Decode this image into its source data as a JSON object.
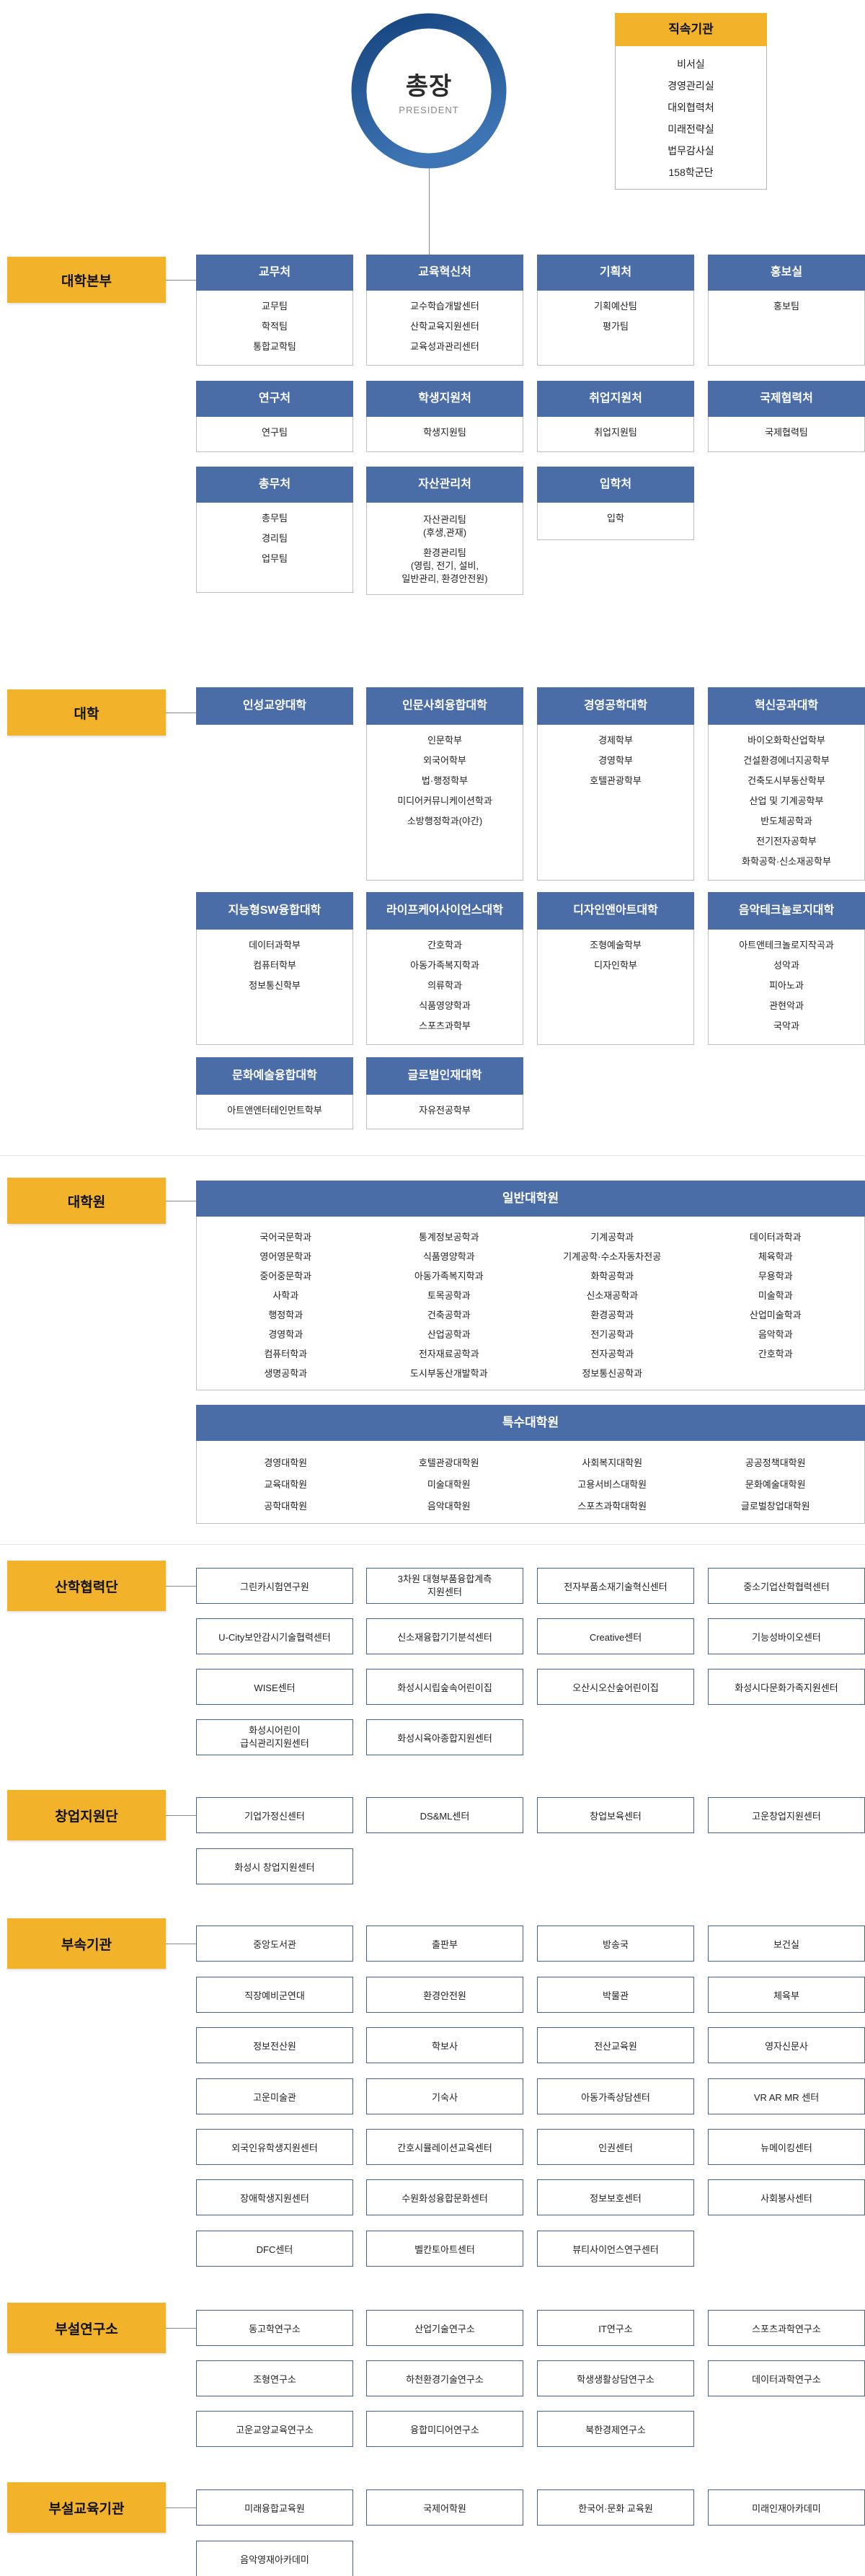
{
  "president": {
    "title": "총장",
    "subtitle": "PRESIDENT"
  },
  "direct_org": {
    "title": "직속기관",
    "items": [
      "비서실",
      "경영관리실",
      "대외협력처",
      "미래전략실",
      "법무감사실",
      "158학군단"
    ]
  },
  "sections": {
    "bonbu": {
      "label": "대학본부",
      "rows": [
        [
          {
            "title": "교무처",
            "items": [
              "교무팀",
              "학적팀",
              "통합교학팀"
            ]
          },
          {
            "title": "교육혁신처",
            "items": [
              "교수학습개발센터",
              "산학교육지원센터",
              "교육성과관리센터"
            ]
          },
          {
            "title": "기획처",
            "items": [
              "기획예산팀",
              "평가팀"
            ]
          },
          {
            "title": "홍보실",
            "items": [
              "홍보팀"
            ]
          }
        ],
        [
          {
            "title": "연구처",
            "items": [
              "연구팀"
            ]
          },
          {
            "title": "학생지원처",
            "items": [
              "학생지원팀"
            ]
          },
          {
            "title": "취업지원처",
            "items": [
              "취업지원팀"
            ]
          },
          {
            "title": "국제협력처",
            "items": [
              "국제협력팀"
            ]
          }
        ],
        [
          {
            "title": "총무처",
            "items": [
              "총무팀",
              "경리팀",
              "업무팀"
            ]
          },
          {
            "title": "자산관리처",
            "items": [
              "자산관리팀\n(후생,관재)",
              "환경관리팀\n(영림, 전기, 설비,\n일반관리, 환경안전원)"
            ]
          },
          {
            "title": "입학처",
            "items": [
              "입학"
            ]
          }
        ]
      ]
    },
    "daehak": {
      "label": "대학",
      "rows": [
        [
          {
            "title": "인성교양대학",
            "items": []
          },
          {
            "title": "인문사회융합대학",
            "items": [
              "인문학부",
              "외국어학부",
              "법·행정학부",
              "미디어커뮤니케이션학과",
              "소방행정학과(야간)"
            ]
          },
          {
            "title": "경영공학대학",
            "items": [
              "경제학부",
              "경영학부",
              "호텔관광학부"
            ]
          },
          {
            "title": "혁신공과대학",
            "items": [
              "바이오화학산업학부",
              "건설환경에너지공학부",
              "건축도시부동산학부",
              "산업 및 기계공학부",
              "반도체공학과",
              "전기전자공학부",
              "화학공학·신소재공학부"
            ]
          }
        ],
        [
          {
            "title": "지능형SW융합대학",
            "items": [
              "데이터과학부",
              "컴퓨터학부",
              "정보통신학부"
            ]
          },
          {
            "title": "라이프케어사이언스대학",
            "items": [
              "간호학과",
              "아동가족복지학과",
              "의류학과",
              "식품영양학과",
              "스포츠과학부"
            ]
          },
          {
            "title": "디자인앤아트대학",
            "items": [
              "조형예술학부",
              "디자인학부"
            ]
          },
          {
            "title": "음악테크놀로지대학",
            "items": [
              "아트앤테크놀로지작곡과",
              "성악과",
              "피아노과",
              "관현악과",
              "국악과"
            ]
          }
        ],
        [
          {
            "title": "문화예술융합대학",
            "items": [
              "아트앤엔터테인먼트학부"
            ]
          },
          {
            "title": "글로벌인재대학",
            "items": [
              "자유전공학부"
            ]
          }
        ]
      ]
    },
    "grad": {
      "label": "대학원",
      "groups": [
        {
          "title": "일반대학원",
          "columns": [
            [
              "국어국문학과",
              "영어영문학과",
              "중어중문학과",
              "사학과",
              "행정학과",
              "경영학과",
              "컴퓨터학과",
              "생명공학과"
            ],
            [
              "통계정보공학과",
              "식품영양학과",
              "아동가족복지학과",
              "토목공학과",
              "건축공학과",
              "산업공학과",
              "전자재료공학과",
              "도시부동산개발학과"
            ],
            [
              "기계공학과",
              "기계공학·수소자동차전공",
              "화학공학과",
              "신소재공학과",
              "환경공학과",
              "전기공학과",
              "전자공학과",
              "정보통신공학과"
            ],
            [
              "데이터과학과",
              "체육학과",
              "무용학과",
              "미술학과",
              "산업미술학과",
              "음악학과",
              "간호학과"
            ]
          ]
        },
        {
          "title": "특수대학원",
          "columns": [
            [
              "경영대학원",
              "교육대학원",
              "공학대학원"
            ],
            [
              "호텔관광대학원",
              "미술대학원",
              "음악대학원"
            ],
            [
              "사회복지대학원",
              "고용서비스대학원",
              "스포츠과학대학원"
            ],
            [
              "공공정책대학원",
              "문화예술대학원",
              "글로벌창업대학원"
            ]
          ]
        }
      ]
    },
    "sanhak": {
      "label": "산학협력단",
      "rows": [
        [
          "그린카시험연구원",
          "3차원 대형부품융합계측\n지원센터",
          "전자부품소재기술혁신센터",
          "중소기업산학협력센터"
        ],
        [
          "U-City보안감시기술협력센터",
          "신소재융합기기분석센터",
          "Creative센터",
          "기능성바이오센터"
        ],
        [
          "WISE센터",
          "화성시시립숲속어린이집",
          "오산시오산숲어린이집",
          "화성시다문화가족지원센터"
        ],
        [
          "화성시어린이\n급식관리지원센터",
          "화성시육아종합지원센터"
        ]
      ]
    },
    "startup": {
      "label": "창업지원단",
      "rows": [
        [
          "기업가정신센터",
          "DS&ML센터",
          "창업보육센터",
          "고운창업지원센터"
        ],
        [
          "화성시 창업지원센터"
        ]
      ]
    },
    "affiliated": {
      "label": "부속기관",
      "rows": [
        [
          "중앙도서관",
          "출판부",
          "방송국",
          "보건실"
        ],
        [
          "직장예비군연대",
          "환경안전원",
          "박물관",
          "체육부"
        ],
        [
          "정보전산원",
          "학보사",
          "전산교육원",
          "영자신문사"
        ],
        [
          "고운미술관",
          "기숙사",
          "아동가족상담센터",
          "VR AR MR 센터"
        ],
        [
          "외국인유학생지원센터",
          "간호시뮬레이션교육센터",
          "인권센터",
          "뉴메이킹센터"
        ],
        [
          "장애학생지원센터",
          "수원화성융합문화센터",
          "정보보호센터",
          "사회봉사센터"
        ],
        [
          "DFC센터",
          "벨칸토아트센터",
          "뷰티사이언스연구센터"
        ]
      ]
    },
    "research": {
      "label": "부설연구소",
      "rows": [
        [
          "동고학연구소",
          "산업기술연구소",
          "IT연구소",
          "스포츠과학연구소"
        ],
        [
          "조형연구소",
          "하천환경기술연구소",
          "학생생활상담연구소",
          "데이터과학연구소"
        ],
        [
          "고운교양교육연구소",
          "융합미디어연구소",
          "북한경제연구소"
        ]
      ]
    },
    "education": {
      "label": "부설교육기관",
      "rows": [
        [
          "미래융합교육원",
          "국제어학원",
          "한국어·문화 교육원",
          "미래인재아카데미"
        ],
        [
          "음악영재아카데미"
        ]
      ]
    }
  },
  "colors": {
    "header_blue": "#4a6da7",
    "accent_yellow": "#f2b32b",
    "plain_box_border": "#41618f",
    "connector_gray": "#8a8a8a"
  }
}
